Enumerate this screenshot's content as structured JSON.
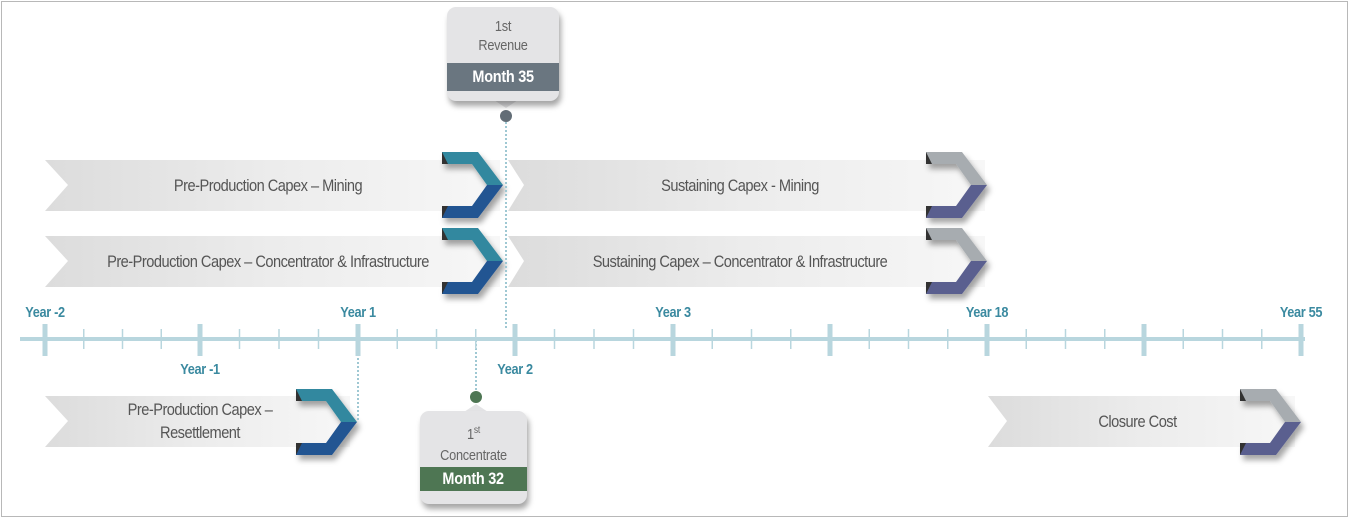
{
  "colors": {
    "axis": "#b8d6de",
    "axis_label": "#3b8aa0",
    "teal_arrow_top": "#31889f",
    "teal_arrow_bottom": "#245492",
    "grey_arrow_top": "#a7acb0",
    "grey_arrow_bottom": "#5a5f8f",
    "revenue_bar": "#6a7680",
    "concentrate_bar": "#4e7653"
  },
  "timeline": {
    "labels_above": [
      {
        "text": "Year -2"
      },
      {
        "text": "Year 1"
      },
      {
        "text": "Year 3"
      },
      {
        "text": "Year 18"
      },
      {
        "text": "Year 55"
      }
    ],
    "labels_below": [
      {
        "text": "Year -1"
      },
      {
        "text": "Year 2"
      }
    ]
  },
  "milestones": {
    "revenue": {
      "line1": "1st",
      "line2": "Revenue",
      "month": "Month 35"
    },
    "concentrate": {
      "ordinal_num": "1",
      "ordinal_sup": "st",
      "line2": "Concentrate",
      "month": "Month 32"
    }
  },
  "banners": {
    "preprod_mining": "Pre-Production Capex – Mining",
    "preprod_concentrator": "Pre-Production Capex – Concentrator & Infrastructure",
    "sustaining_mining": "Sustaining Capex - Mining",
    "sustaining_concentrator": "Sustaining Capex – Concentrator & Infrastructure",
    "resettlement_line1": "Pre-Production Capex –",
    "resettlement_line2": "Resettlement",
    "closure": "Closure Cost"
  }
}
